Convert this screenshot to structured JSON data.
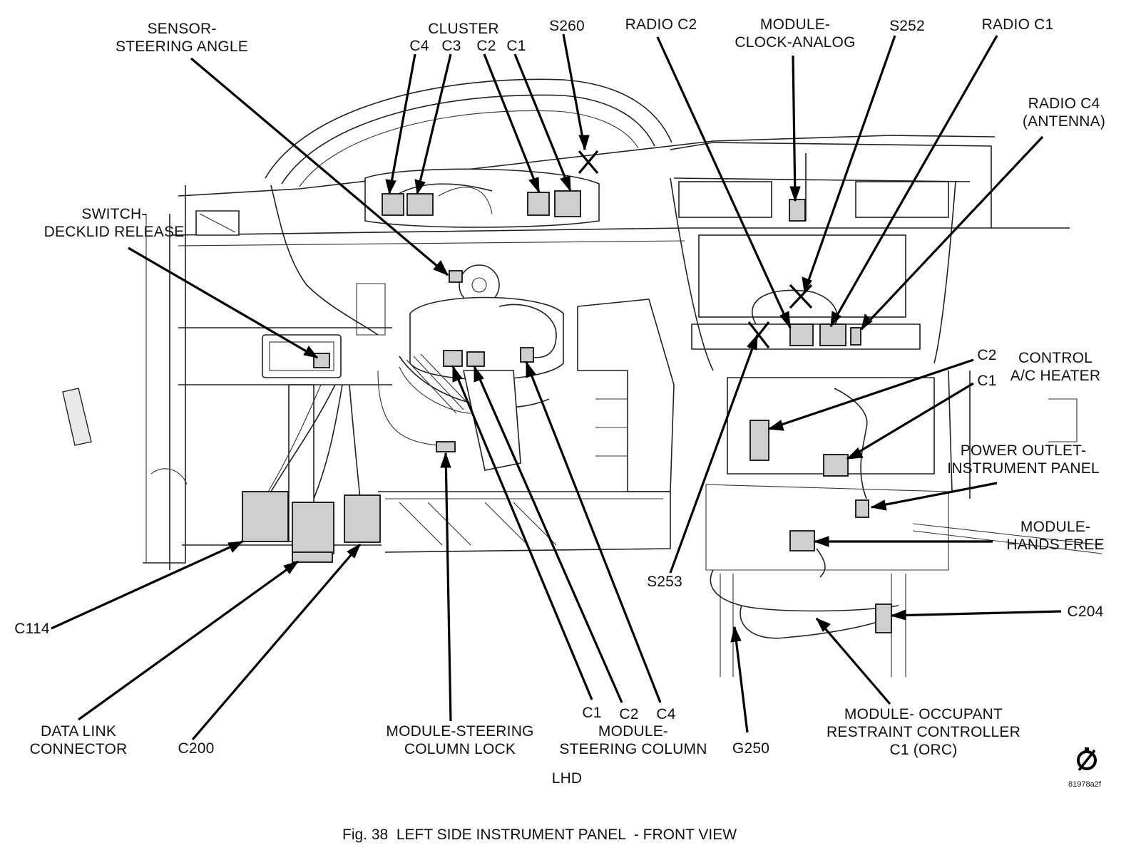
{
  "labels": {
    "sensor_steering_angle": "SENSOR-\nSTEERING ANGLE",
    "cluster": "CLUSTER",
    "cluster_c4": "C4",
    "cluster_c3": "C3",
    "cluster_c2": "C2",
    "cluster_c1": "C1",
    "s260": "S260",
    "radio_c2": "RADIO C2",
    "module_clock_analog": "MODULE-\nCLOCK-ANALOG",
    "s252": "S252",
    "radio_c1": "RADIO C1",
    "radio_c4": "RADIO C4\n(ANTENNA)",
    "switch_decklid": "SWITCH-\nDECKLID RELEASE",
    "control_c2": "C2",
    "control_c1": "C1",
    "control_ac_heater": "CONTROL\nA/C HEATER",
    "power_outlet": "POWER OUTLET-\nINSTRUMENT PANEL",
    "module_hands_free": "MODULE-\nHANDS FREE",
    "s253": "S253",
    "c204": "C204",
    "c114": "C114",
    "data_link_connector": "DATA LINK\nCONNECTOR",
    "c200": "C200",
    "module_steering_column_lock": "MODULE-STEERING\nCOLUMN LOCK",
    "steering_c1": "C1",
    "steering_c2": "C2",
    "steering_c4": "C4",
    "module_steering_column": "MODULE-\nSTEERING COLUMN",
    "g250": "G250",
    "module_orc": "MODULE- OCCUPANT\nRESTRAINT CONTROLLER\nC1 (ORC)",
    "lhd": "LHD",
    "figure_id": "81978a2f",
    "caption": "Fig. 38  LEFT SIDE INSTRUMENT PANEL  - FRONT VIEW"
  },
  "icons": {
    "corner_symbol": "no-phone-service-icon"
  }
}
